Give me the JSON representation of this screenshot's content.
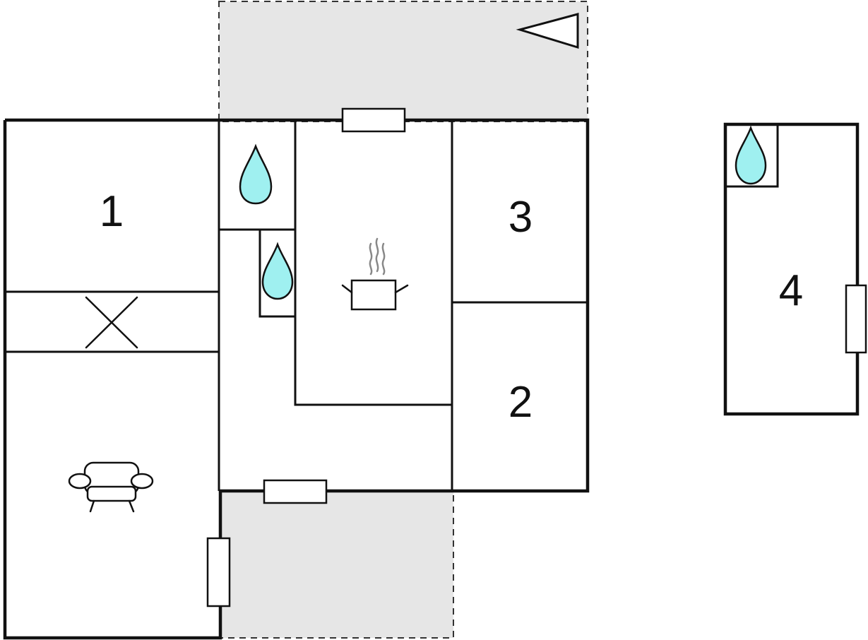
{
  "rooms": [
    {
      "id": "room-1",
      "label": "1"
    },
    {
      "id": "room-2",
      "label": "2"
    },
    {
      "id": "room-3",
      "label": "3"
    },
    {
      "id": "room-4",
      "label": "4"
    }
  ],
  "icons": {
    "north_arrow": "north-arrow-icon",
    "water": "water-drop-icon",
    "kitchen": "cooking-pot-icon",
    "sofa": "armchair-icon",
    "passage": "cross-mark-icon"
  },
  "colors": {
    "wall": "#111111",
    "terrace_fill": "#e6e6e6",
    "water_fill": "#9ff0f0",
    "steam": "#888888"
  }
}
